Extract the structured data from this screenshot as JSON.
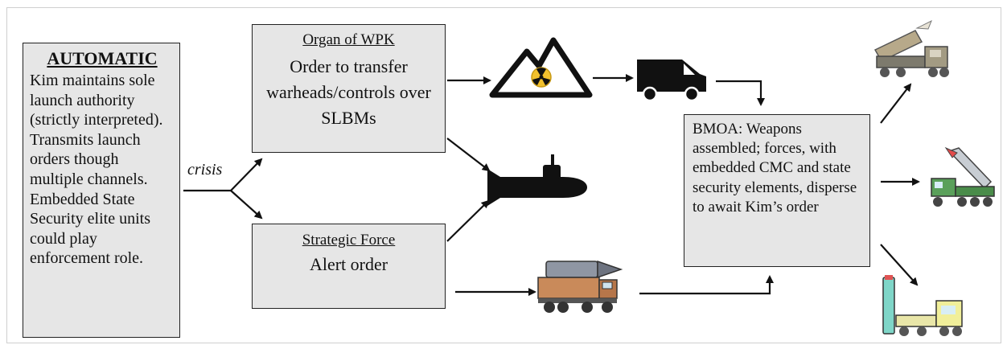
{
  "automatic": {
    "heading": "AUTOMATIC",
    "text": "Kim maintains sole launch authority (strictly interpreted). Transmits launch orders though multiple channels. Embedded State Security elite units could play enforcement role."
  },
  "crisis_label": "crisis",
  "organ_wpk": {
    "heading": "Organ of WPK",
    "text": "Order to transfer warheads/controls over SLBMs"
  },
  "strategic_force": {
    "heading": "Strategic Force",
    "text": "Alert order"
  },
  "bmoa": {
    "text": "BMOA: Weapons assembled; forces, with embedded CMC and state security elements, disperse to await Kim’s order"
  },
  "icons": [
    "nuclear-mountain-icon",
    "van-icon",
    "submarine-icon",
    "missile-truck-icon",
    "rocket-launcher-icon",
    "missile-erector-icon",
    "silo-launcher-icon"
  ],
  "colors": {
    "box_fill": "#e6e6e6",
    "border": "#222222",
    "radiation_yellow": "#f2c12e"
  }
}
